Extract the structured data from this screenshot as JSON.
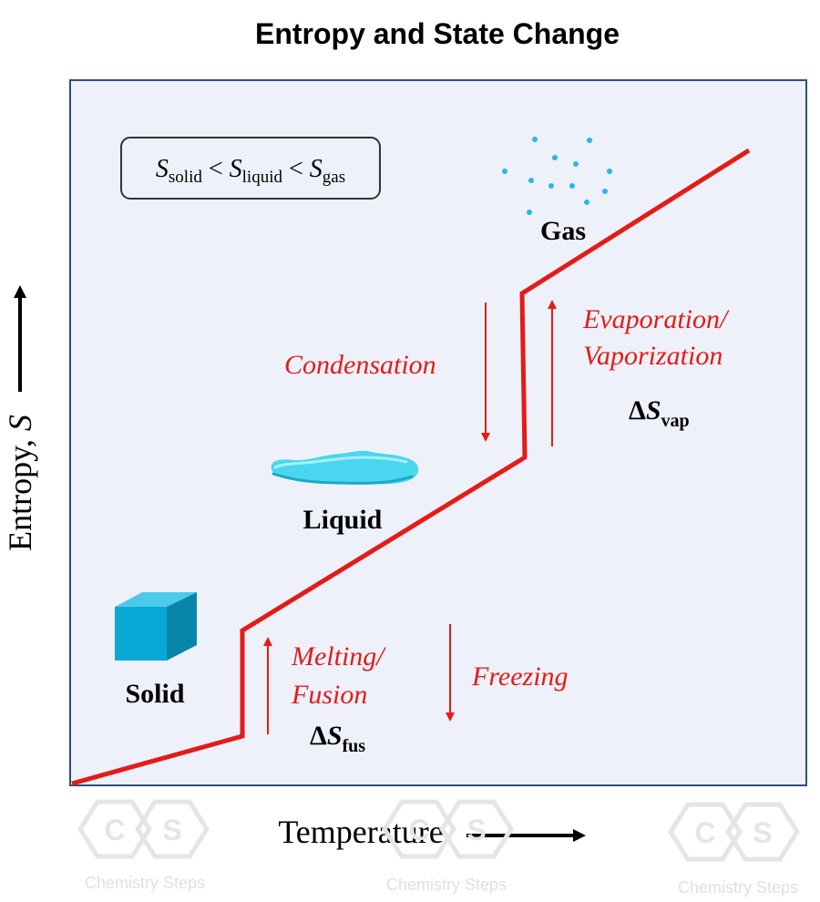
{
  "title": "Entropy and State Change",
  "axes": {
    "y_label": "Entropy, S",
    "y_label_prefix": "Entropy, ",
    "y_label_var": "S",
    "x_label": "Temperature"
  },
  "inequality": {
    "symbol": "S",
    "sub_solid": "solid",
    "sub_liquid": "liquid",
    "sub_gas": "gas",
    "lt": " < "
  },
  "phases": {
    "solid": "Solid",
    "liquid": "Liquid",
    "gas": "Gas"
  },
  "processes": {
    "melting_line1": "Melting/",
    "melting_line2": "Fusion",
    "freezing": "Freezing",
    "condensation": "Condensation",
    "evaporation_line1": "Evaporation/",
    "evaporation_line2": "Vaporization"
  },
  "deltas": {
    "fus_delta": "Δ",
    "fus_var": "S",
    "fus_sub": "fus",
    "vap_delta": "Δ",
    "vap_var": "S",
    "vap_sub": "vap"
  },
  "watermark": {
    "text": "Chemistry Steps",
    "letter1": "C",
    "letter2": "S"
  },
  "colors": {
    "curve": "#e41b17",
    "process_text": "#e41b17",
    "plot_bg": "#eef1f9",
    "plot_border": "#2f4e7e",
    "solid": "#0aa8d4",
    "liquid": "#4ad6ee",
    "gas_dots": "#29b6e6",
    "watermark": "#e5e5e5"
  }
}
